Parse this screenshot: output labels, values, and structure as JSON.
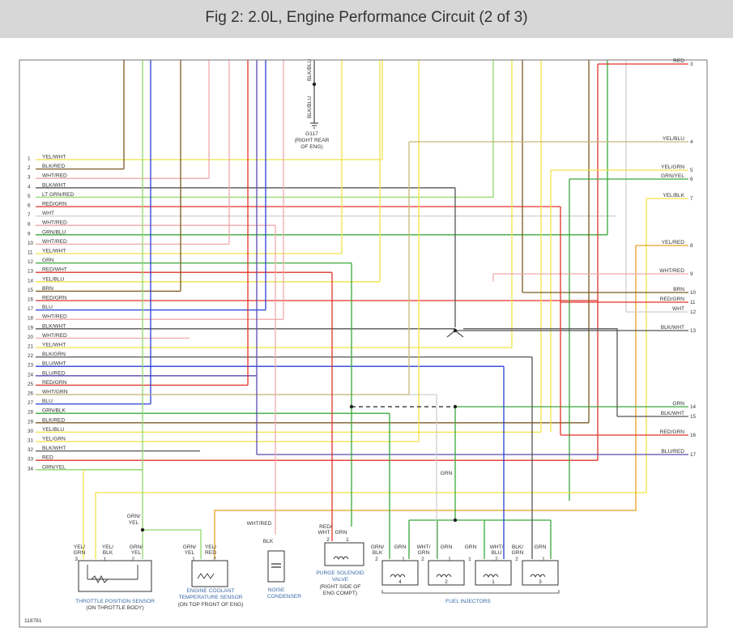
{
  "title": "Fig 2: 2.0L, Engine Performance Circuit (2 of 3)",
  "figure_id": "118781",
  "colors": {
    "YEL": "#f2e24a",
    "BLK": "#555555",
    "WHT": "#cfcfcf",
    "RED": "#e0332a",
    "LTGRN": "#8fd96b",
    "GRN": "#3aa83a",
    "BLU": "#2a3fd6",
    "BRN": "#7a5a22",
    "PNK": "#f0aaaa",
    "GRY": "#9a9a9a",
    "TAN": "#c8b878",
    "ORG": "#e8a020",
    "PURP": "#5a4ab0"
  },
  "left_pins": [
    {
      "num": "1",
      "wire": "YEL/WHT"
    },
    {
      "num": "2",
      "wire": "BLK/RED"
    },
    {
      "num": "3",
      "wire": "WHT/RED"
    },
    {
      "num": "4",
      "wire": "BLK/WHT"
    },
    {
      "num": "5",
      "wire": "LT GRN/RED"
    },
    {
      "num": "6",
      "wire": "RED/GRN"
    },
    {
      "num": "7",
      "wire": "WHT"
    },
    {
      "num": "8",
      "wire": "WHT/RED"
    },
    {
      "num": "9",
      "wire": "GRN/BLU"
    },
    {
      "num": "10",
      "wire": "WHT/RED"
    },
    {
      "num": "11",
      "wire": "YEL/WHT"
    },
    {
      "num": "12",
      "wire": "GRN"
    },
    {
      "num": "13",
      "wire": "RED/WHT"
    },
    {
      "num": "14",
      "wire": "YEL/BLU"
    },
    {
      "num": "15",
      "wire": "BRN"
    },
    {
      "num": "16",
      "wire": "RED/GRN"
    },
    {
      "num": "17",
      "wire": "BLU"
    },
    {
      "num": "18",
      "wire": "WHT/RED"
    },
    {
      "num": "19",
      "wire": "BLK/WHT"
    },
    {
      "num": "20",
      "wire": "WHT/RED"
    },
    {
      "num": "21",
      "wire": "YEL/WHT"
    },
    {
      "num": "22",
      "wire": "BLK/GRN"
    },
    {
      "num": "23",
      "wire": "BLU/WHT"
    },
    {
      "num": "24",
      "wire": "BLU/RED"
    },
    {
      "num": "25",
      "wire": "RED/GRN"
    },
    {
      "num": "26",
      "wire": "WHT/GRN"
    },
    {
      "num": "27",
      "wire": "BLU"
    },
    {
      "num": "28",
      "wire": "GRN/BLK"
    },
    {
      "num": "29",
      "wire": "BLK/RED"
    },
    {
      "num": "30",
      "wire": "YEL/BLU"
    },
    {
      "num": "31",
      "wire": "YEL/GRN"
    },
    {
      "num": "32",
      "wire": "BLK/WHT"
    },
    {
      "num": "33",
      "wire": "RED"
    },
    {
      "num": "34",
      "wire": "GRN/YEL"
    }
  ],
  "right_pins": [
    {
      "num": "3",
      "wire": "RED"
    },
    {
      "num": "4",
      "wire": "YEL/BLU"
    },
    {
      "num": "5",
      "wire": "YEL/GRN"
    },
    {
      "num": "6",
      "wire": "GRN/YEL"
    },
    {
      "num": "7",
      "wire": "YEL/BLK"
    },
    {
      "num": "8",
      "wire": "YEL/RED"
    },
    {
      "num": "9",
      "wire": "WHT/RED"
    },
    {
      "num": "10",
      "wire": "BRN"
    },
    {
      "num": "11",
      "wire": "RED/GRN"
    },
    {
      "num": "12",
      "wire": "WHT"
    },
    {
      "num": "13",
      "wire": "BLK/WHT"
    },
    {
      "num": "14",
      "wire": "GRN"
    },
    {
      "num": "15",
      "wire": "BLK/WHT"
    },
    {
      "num": "16",
      "wire": "RED/GRN"
    },
    {
      "num": "17",
      "wire": "BLU/RED"
    }
  ],
  "ground": {
    "wire_upper": "BLK/BLU",
    "wire_lower": "BLK/BLU",
    "name": "G117",
    "location_1": "(RIGHT REAR",
    "location_2": "OF ENG)"
  },
  "grn_vertical_label": "GRN",
  "components": {
    "tps": {
      "name": "THROTTLE POSITION SENSOR",
      "location": "(ON THROTTLE BODY)",
      "pins": [
        {
          "num": "3",
          "wire_1": "YEL/",
          "wire_2": "GRN"
        },
        {
          "num": "1",
          "wire_1": "YEL/",
          "wire_2": "BLK"
        },
        {
          "num": "2",
          "wire_1": "GRN/",
          "wire_2": "YEL"
        }
      ],
      "splice_wire_1": "GRN/",
      "splice_wire_2": "YEL"
    },
    "ects": {
      "name_1": "ENGINE COOLANT",
      "name_2": "TEMPERATURE SENSOR",
      "location": "(ON TOP FRONT OF ENG)",
      "pins": [
        {
          "num": "1",
          "wire_1": "GRN/",
          "wire_2": "YEL"
        },
        {
          "num": "2",
          "wire_1": "YEL/",
          "wire_2": "RED"
        }
      ]
    },
    "condenser": {
      "name_1": "NOISE",
      "name_2": "CONDENSER",
      "wire_top": "WHT/RED",
      "wire_bottom": "BLK"
    },
    "purge": {
      "name_1": "PURGE SOLENOID",
      "name_2": "VALVE",
      "location_1": "(RIGHT SIDE OF",
      "location_2": "ENG COMPT)",
      "pins": [
        {
          "num": "2",
          "wire_1": "RED/",
          "wire_2": "WHT"
        },
        {
          "num": "1",
          "wire_1": "GRN",
          "wire_2": ""
        }
      ]
    },
    "injectors": {
      "name": "FUEL INJECTORS",
      "units": [
        {
          "id": "4",
          "pin_a": "2",
          "wire_a_1": "GRN/",
          "wire_a_2": "BLK",
          "pin_b": "1",
          "wire_b": "GRN"
        },
        {
          "id": "2",
          "pin_a": "2",
          "wire_a_1": "WHT/",
          "wire_a_2": "GRN",
          "pin_b": "1",
          "wire_b": "GRN"
        },
        {
          "id": "1",
          "pin_a": "1",
          "wire_a_1": "GRN",
          "wire_a_2": "",
          "pin_b": "2",
          "wire_b_1": "WHT/",
          "wire_b_2": "BLU"
        },
        {
          "id": "3",
          "pin_a": "2",
          "wire_a_1": "BLK/",
          "wire_a_2": "GRN",
          "pin_b": "1",
          "wire_b": "GRN"
        }
      ]
    }
  }
}
